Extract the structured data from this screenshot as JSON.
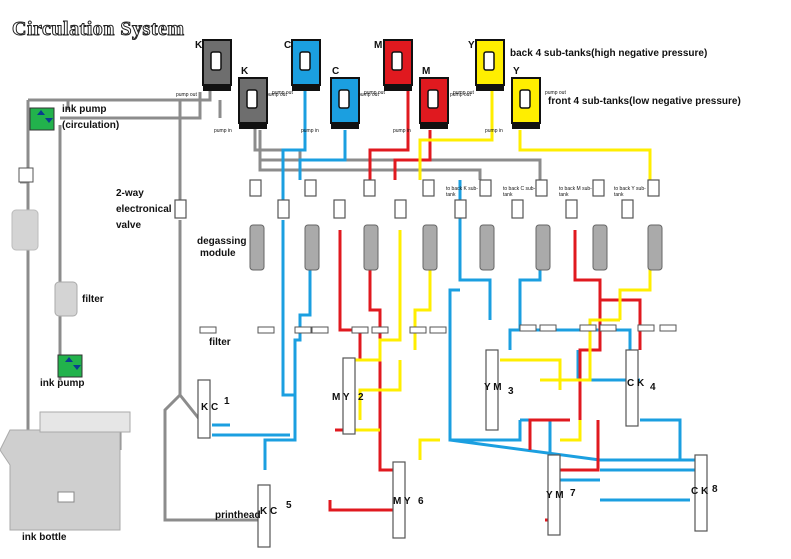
{
  "title": "Circulation System",
  "labels": {
    "back_tanks": "back 4 sub-tanks(high negative pressure)",
    "front_tanks": "front 4 sub-tanks(low negative pressure)",
    "ink_pump_circ_1": "ink pump",
    "ink_pump_circ_2": "(circulation)",
    "valve_1": "2-way",
    "valve_2": "electronical",
    "valve_3": "valve",
    "degassing_1": "degassing",
    "degassing_2": "module",
    "filter_left": "filter",
    "filter_mid": "filter",
    "ink_pump": "ink pump",
    "ink_bottle": "ink bottle",
    "printhead": "printhead"
  },
  "tanks": [
    {
      "letter": "K",
      "out": "pump out",
      "in": "pump in"
    },
    {
      "letter": "C",
      "out": "pump out",
      "in": "pump in"
    },
    {
      "letter": "M",
      "out": "pump out",
      "in": "pump in"
    },
    {
      "letter": "Y",
      "out": "pump out",
      "in": "pump in"
    }
  ],
  "back_tank_letters": [
    "K",
    "C",
    "M",
    "Y"
  ],
  "back_tank_pump_out": "pump out",
  "front_tank_pump_out": "pump out",
  "front_tank_pump_in": "pump in",
  "valve_notes": [
    "to back K sub-tank",
    "to back C sub-tank",
    "to back M sub-tank",
    "to back Y sub-tank"
  ],
  "printheads": [
    {
      "num": "1",
      "colors": "K C"
    },
    {
      "num": "2",
      "colors": "M Y"
    },
    {
      "num": "3",
      "colors": "Y M"
    },
    {
      "num": "4",
      "colors": "C K"
    },
    {
      "num": "5",
      "colors": "K C"
    },
    {
      "num": "6",
      "colors": "M Y"
    },
    {
      "num": "7",
      "colors": "Y M"
    },
    {
      "num": "8",
      "colors": "C K"
    }
  ],
  "colors": {
    "K": "#6e6e6e",
    "C": "#1b9fe0",
    "M": "#e0191f",
    "Y": "#ffee00",
    "grey_line": "#8c8c8c",
    "pump_green": "#22b24c"
  }
}
